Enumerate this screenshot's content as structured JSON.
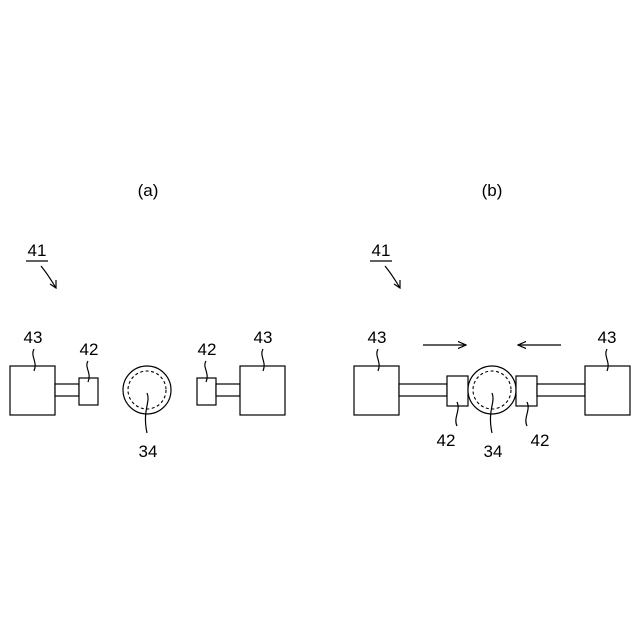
{
  "panel_a": {
    "caption": "(a)",
    "label_assembly": "41",
    "label_left_body": "43",
    "label_left_pad": "42",
    "label_ball": "34",
    "label_right_pad": "42",
    "label_right_body": "43"
  },
  "panel_b": {
    "caption": "(b)",
    "label_assembly": "41",
    "label_left_body": "43",
    "label_left_pad": "42",
    "label_ball": "34",
    "label_right_pad": "42",
    "label_right_body": "43"
  }
}
